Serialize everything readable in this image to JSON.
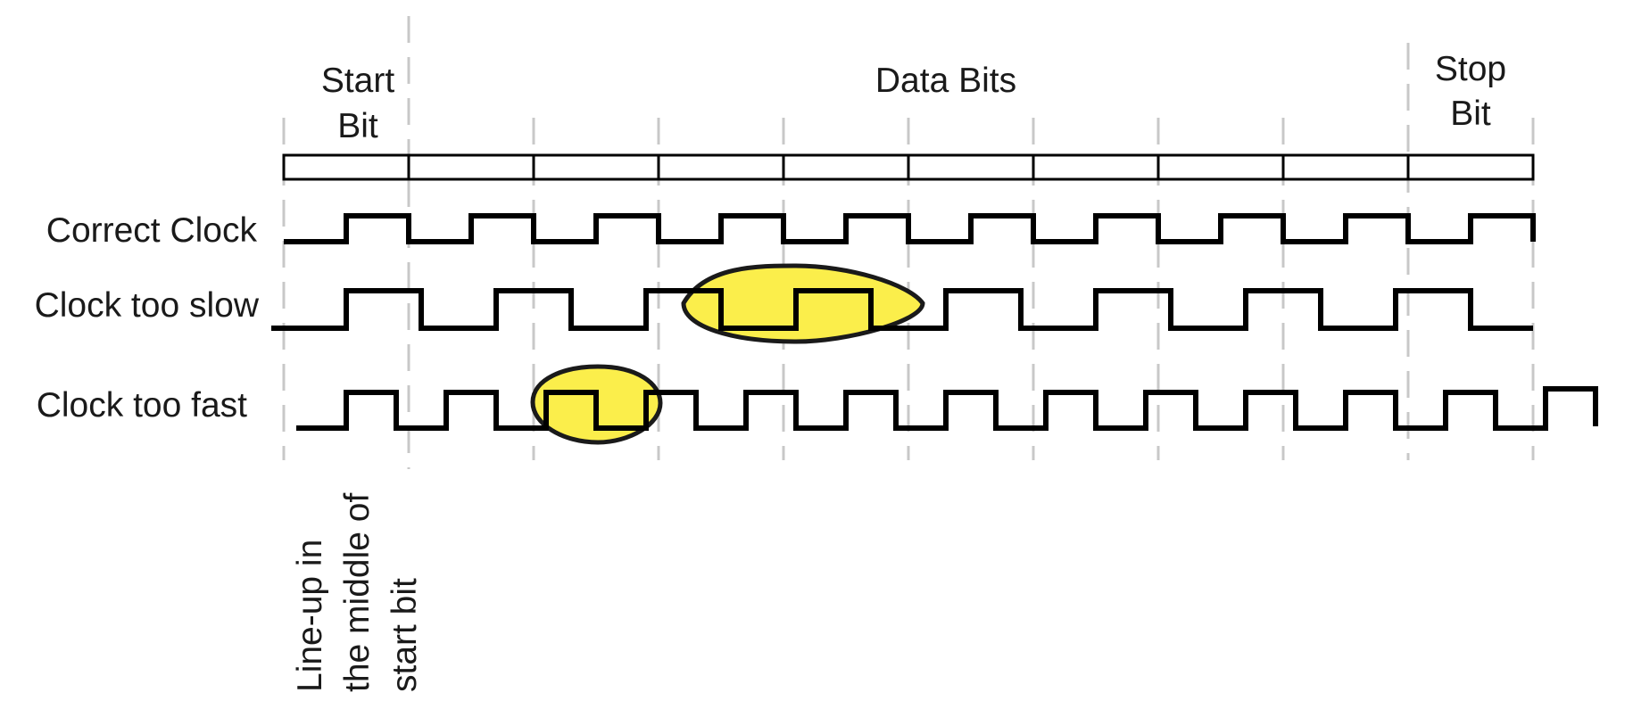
{
  "headers": {
    "start_bit_line1": "Start",
    "start_bit_line2": "Bit",
    "data_bits": "Data Bits",
    "stop_bit_line1": "Stop",
    "stop_bit_line2": "Bit"
  },
  "rows": {
    "correct": "Correct Clock",
    "slow": "Clock too slow",
    "fast": "Clock too fast"
  },
  "note": {
    "line1": "Line-up in",
    "line2": "the middle of",
    "line3": "start bit"
  },
  "frame": {
    "cells": 10
  },
  "colors": {
    "highlight": "#fbee4b",
    "grid": "#c8c8c8",
    "ink": "#000000"
  }
}
